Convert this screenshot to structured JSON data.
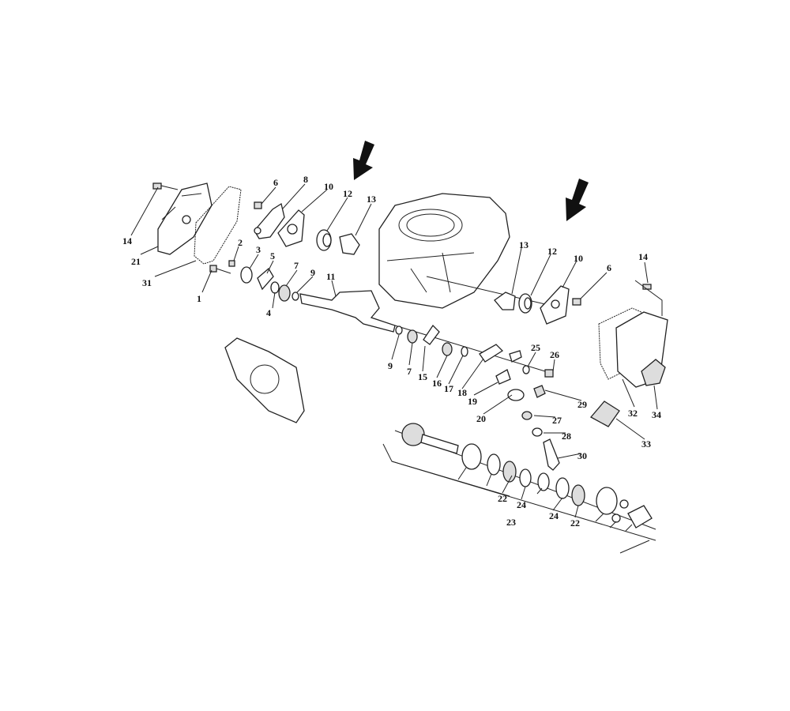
{
  "diagram": {
    "type": "exploded parts diagram",
    "labels": {
      "l14a": "14",
      "l21": "21",
      "l31": "31",
      "l1": "1",
      "l2": "2",
      "l3": "3",
      "l4": "4",
      "l5": "5",
      "l6a": "6",
      "l8": "8",
      "l10a": "10",
      "l12a": "12",
      "l13a": "13",
      "l7a": "7",
      "l9a": "9",
      "l11": "11",
      "l13b": "13",
      "l12b": "12",
      "l10b": "10",
      "l6b": "6",
      "l14b": "14",
      "l9b": "9",
      "l7b": "7",
      "l15": "15",
      "l16": "16",
      "l17": "17",
      "l18": "18",
      "l19": "19",
      "l20": "20",
      "l25": "25",
      "l26": "26",
      "l29": "29",
      "l27": "27",
      "l28": "28",
      "l30": "30",
      "l32": "32",
      "l34": "34",
      "l33": "33",
      "l22a": "22",
      "l24a": "24",
      "l23": "23",
      "l24b": "24",
      "l22b": "22"
    },
    "colors": {
      "ink": "#222222",
      "background": "#ffffff"
    }
  }
}
